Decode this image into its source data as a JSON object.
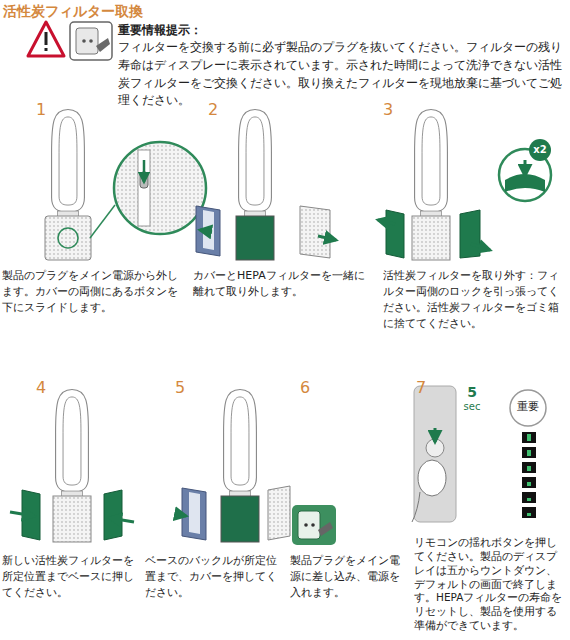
{
  "diagram": {
    "title": "活性炭フィルター取換",
    "labels": [
      "重要情報提示：",
      "フィルターを交換する前に必ず製品のプラグを抜いてください。フィルターの残り寿命はディスプレーに表示されています。示された時間によって洗浄できない活性炭フィルターをご交換ください。取り換えたフィルターを現地放棄に基づいてご処理ください。",
      "1",
      "2",
      "3",
      "x2",
      "製品のプラグをメイン電源から外します。カバーの両側にあるボタンを下にスライドします。",
      "カバーとHEPAフィルターを一緒に離れて取り外します。",
      "活性炭フィルターを取り外す：フィルター両側のロックを引っ張ってください。活性炭フィルターをゴミ箱に捨ててください。",
      "4",
      "5",
      "6",
      "7",
      "5",
      "sec",
      "重要",
      "新しい活性炭フィルターを所定位置までベースに押してください。",
      "ベースのバックルが所定位置まで、カバーを押してください。",
      "製品プラグをメイン電源に差し込み、電源を入れます。",
      "リモコンの揺れボタンを押してください。製品のディスプレイは五からウントダウン、デフォルトの画面で終了します。HEPAフィルターの寿命をリセットし、製品を使用する準備ができています。"
    ]
  }
}
